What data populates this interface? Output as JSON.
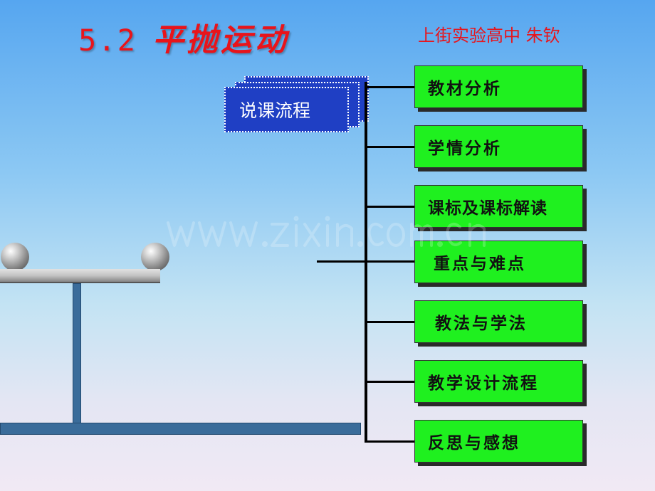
{
  "header": {
    "lesson_number": "5.2",
    "lesson_title": "平抛运动",
    "author": "上街实验高中 朱钦"
  },
  "diagram": {
    "root_label": "说课流程",
    "items": [
      {
        "label": "教材分析"
      },
      {
        "label": "学情分析"
      },
      {
        "label": "课标及课标解读"
      },
      {
        "label": "重点与难点"
      },
      {
        "label": "教法与学法"
      },
      {
        "label": "教学设计流程"
      },
      {
        "label": "反思与感想"
      }
    ]
  },
  "watermark": {
    "text": "www.zixin.com.cn"
  },
  "colors": {
    "title": "#e8141b",
    "item_box": "#1ff01f",
    "root_box": "#1f3fc4",
    "apparatus": "#3a6c9a"
  }
}
